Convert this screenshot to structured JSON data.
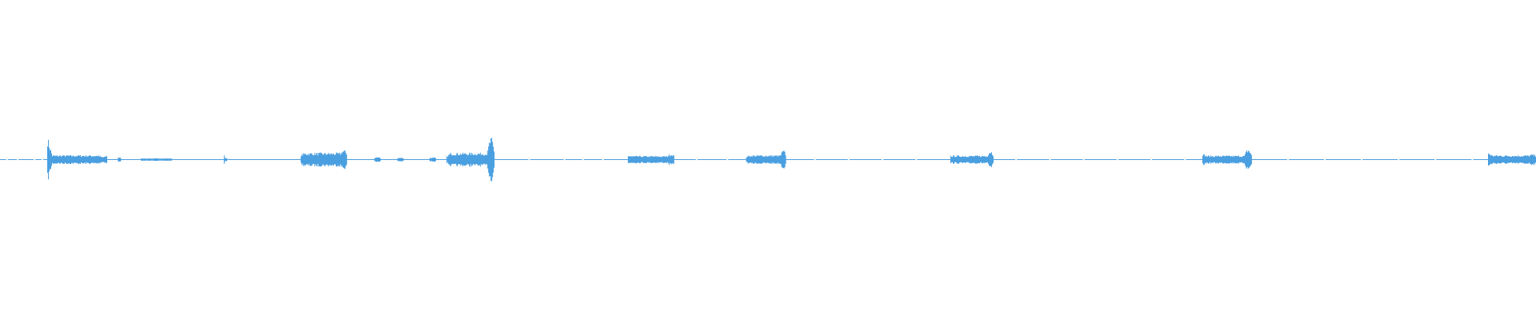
{
  "waveform": {
    "color": "#4a9fe0",
    "background": "#ffffff",
    "baseline_level": 0.0,
    "peak_scale_max": 1.0,
    "events": [
      {
        "start": 0.031,
        "end": 0.07,
        "attack_peak": 0.56,
        "body_peak": 0.1,
        "tail_peak": 0.06
      },
      {
        "start": 0.077,
        "end": 0.079,
        "attack_peak": 0.05,
        "body_peak": 0.05,
        "tail_peak": 0.03
      },
      {
        "start": 0.092,
        "end": 0.112,
        "attack_peak": 0.02,
        "body_peak": 0.02,
        "tail_peak": 0.02
      },
      {
        "start": 0.146,
        "end": 0.148,
        "attack_peak": 0.17,
        "body_peak": 0.03,
        "tail_peak": 0.02
      },
      {
        "start": 0.196,
        "end": 0.226,
        "attack_peak": 0.12,
        "body_peak": 0.16,
        "tail_peak": 0.23
      },
      {
        "start": 0.244,
        "end": 0.248,
        "attack_peak": 0.04,
        "body_peak": 0.05,
        "tail_peak": 0.03
      },
      {
        "start": 0.259,
        "end": 0.263,
        "attack_peak": 0.03,
        "body_peak": 0.04,
        "tail_peak": 0.02
      },
      {
        "start": 0.28,
        "end": 0.284,
        "attack_peak": 0.04,
        "body_peak": 0.04,
        "tail_peak": 0.03
      },
      {
        "start": 0.291,
        "end": 0.322,
        "attack_peak": 0.08,
        "body_peak": 0.16,
        "tail_peak": 0.54
      },
      {
        "start": 0.409,
        "end": 0.439,
        "attack_peak": 0.1,
        "body_peak": 0.08,
        "tail_peak": 0.14
      },
      {
        "start": 0.486,
        "end": 0.512,
        "attack_peak": 0.07,
        "body_peak": 0.1,
        "tail_peak": 0.22
      },
      {
        "start": 0.619,
        "end": 0.647,
        "attack_peak": 0.09,
        "body_peak": 0.09,
        "tail_peak": 0.22
      },
      {
        "start": 0.783,
        "end": 0.815,
        "attack_peak": 0.14,
        "body_peak": 0.09,
        "tail_peak": 0.26
      },
      {
        "start": 0.969,
        "end": 1.0,
        "attack_peak": 0.18,
        "body_peak": 0.1,
        "tail_peak": 0.12
      }
    ],
    "dropouts": [
      0.004,
      0.011,
      0.022,
      0.027,
      0.344,
      0.367,
      0.379,
      0.392,
      0.453,
      0.473,
      0.53,
      0.552,
      0.574,
      0.596,
      0.661,
      0.683,
      0.705,
      0.727,
      0.749,
      0.771,
      0.838,
      0.862,
      0.886,
      0.91,
      0.934,
      0.958
    ]
  }
}
